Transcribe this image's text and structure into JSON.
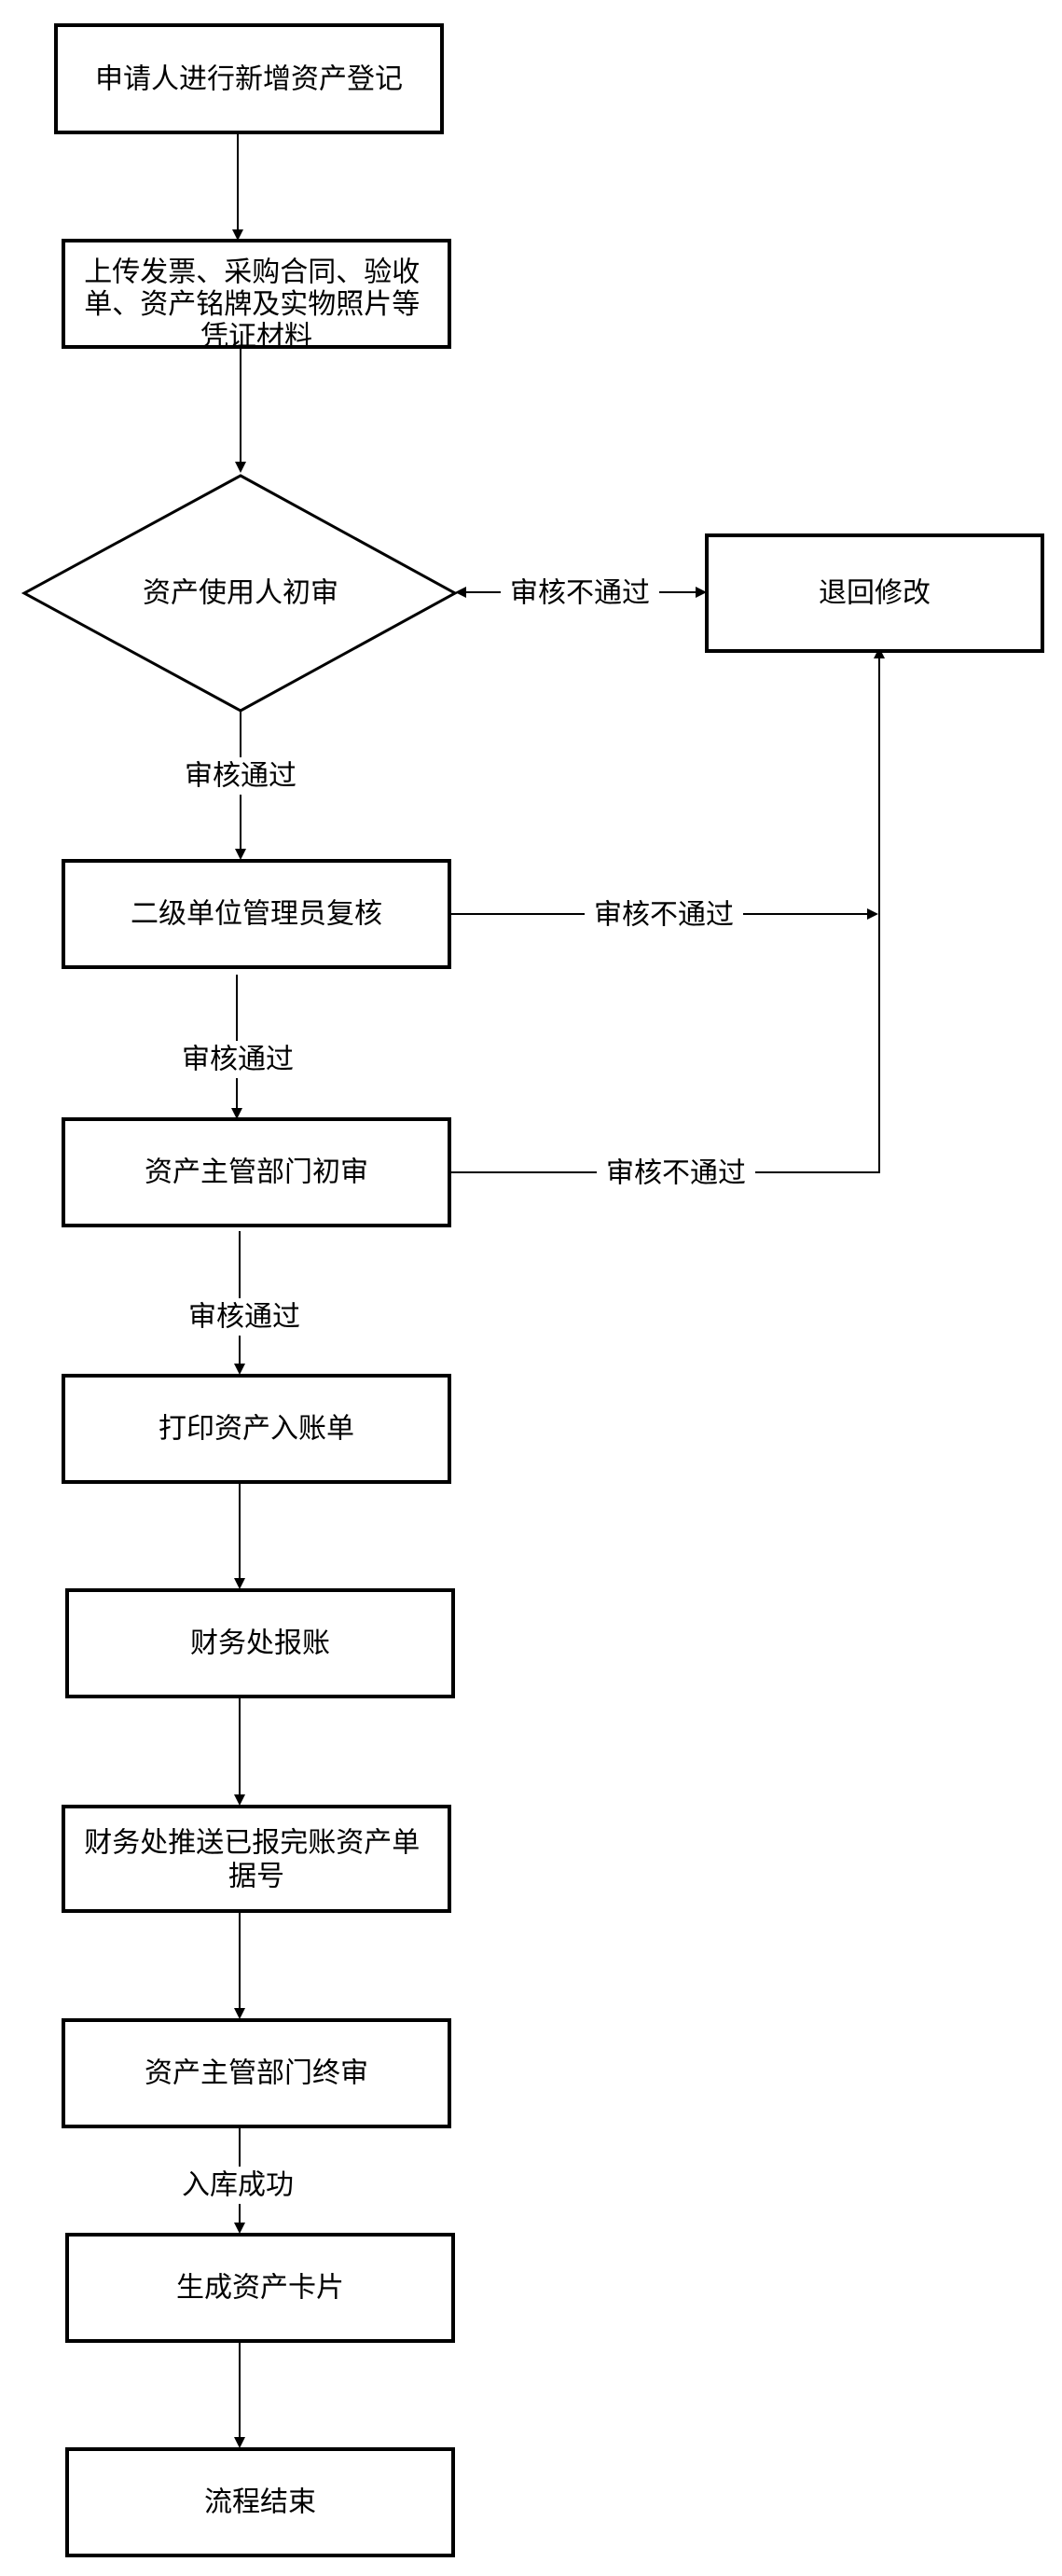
{
  "nodes": {
    "register": "申请人进行新增资产登记",
    "upload": [
      "上传发票、采购合同、验收",
      "单、资产铭牌及实物照片等",
      "凭证材料"
    ],
    "user_review": "资产使用人初审",
    "return_modify": "退回修改",
    "unit_review": "二级单位管理员复核",
    "dept_first_review": "资产主管部门初审",
    "print_voucher": "打印资产入账单",
    "finance_reimburse": "财务处报账",
    "finance_push": [
      "财务处推送已报完账资产单",
      "据号"
    ],
    "dept_final_review": "资产主管部门终审",
    "generate_card": "生成资产卡片",
    "end": "流程结束"
  },
  "edge_labels": {
    "user_reject": "审核不通过",
    "user_pass": "审核通过",
    "unit_reject": "审核不通过",
    "unit_pass": "审核通过",
    "dept_reject": "审核不通过",
    "dept_pass": "审核通过",
    "stock_success": "入库成功"
  }
}
